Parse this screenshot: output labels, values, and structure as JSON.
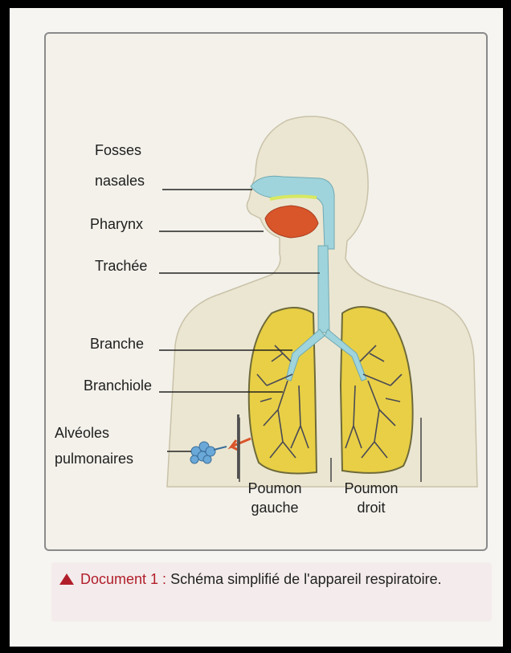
{
  "diagram": {
    "labels": {
      "fosses_nasales_1": "Fosses",
      "fosses_nasales_2": "nasales",
      "pharynx": "Pharynx",
      "trachee": "Trachée",
      "branche": "Branche",
      "branchiole": "Branchiole",
      "alveoles_1": "Alvéoles",
      "alveoles_2": "pulmonaires",
      "poumon_gauche_1": "Poumon",
      "poumon_gauche_2": "gauche",
      "poumon_droit_1": "Poumon",
      "poumon_droit_2": "droit"
    },
    "colors": {
      "skin": "#ebe6d2",
      "airway": "#9fd4dc",
      "lung": "#e8cf45",
      "lung_outline": "#6e6a3a",
      "bronchi_tree": "#4a4a55",
      "tongue": "#d9552a",
      "alveoli": "#6aa8d8"
    }
  },
  "caption": {
    "doc": "Document 1 :",
    "text": " Schéma simplifié de l'appareil respiratoire.",
    "icon": "triangle-icon"
  }
}
